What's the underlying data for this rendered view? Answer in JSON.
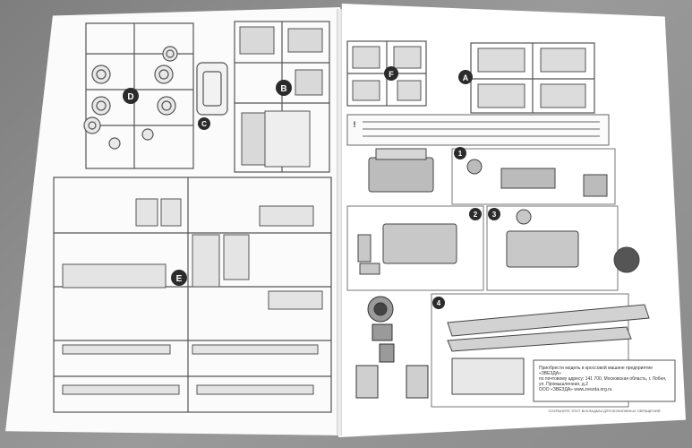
{
  "photo": {
    "subject": "",
    "letters": {
      "d": "D",
      "b": "B",
      "c": "C",
      "e": "E",
      "f": "F",
      "a": "A"
    },
    "steps": [
      "1",
      "2",
      "3",
      "4"
    ],
    "legend_mark": "!",
    "warning_lines": [
      "Приобрести модель в кроссовой машине предприятие «ЗВЕЗДА»",
      "по почтовому адресу: 141 700, Московская область, г. Лобня, ул. Промышленная, д.2",
      "ООО «ЗВЕЗДА»   www.zvezda.org.ru"
    ],
    "footer": "СОХРАНИТЕ ЭТОТ ВСКЛАДЫШ ДЛЯ ВОЗМОЖНЫХ ОБРАЩЕНИЙ",
    "colors": {
      "table": "#8a8a8a",
      "paper": "#ffffff",
      "ink": "#3a3a3a",
      "sprue": "#6f6f6f"
    }
  }
}
